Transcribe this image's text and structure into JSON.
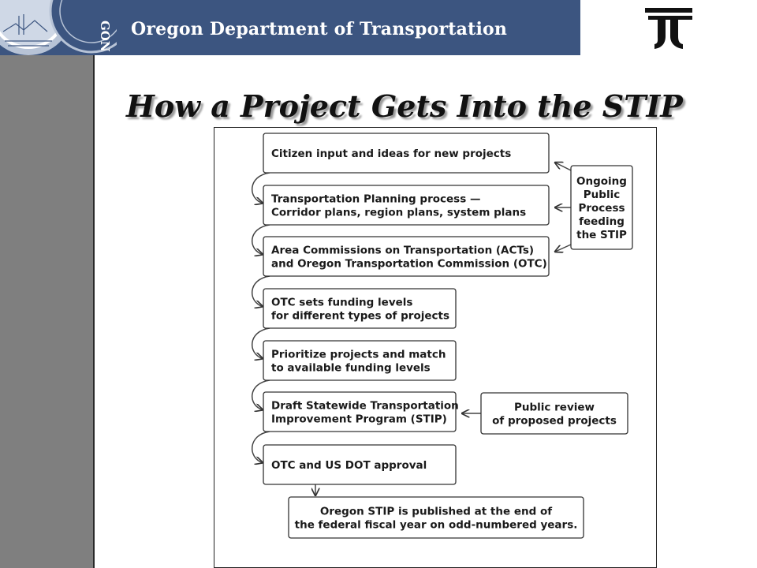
{
  "header": {
    "agency": "Oregon Department of Transportation",
    "seal_letters": "GON",
    "banner_color": "#3c5580",
    "sidebar_color": "#7f7f7f"
  },
  "slide": {
    "title": "How a Project Gets Into the STIP"
  },
  "diagram": {
    "steps": [
      {
        "id": "citizen-input",
        "lines": [
          "Citizen input and ideas for new projects"
        ]
      },
      {
        "id": "planning-process",
        "lines": [
          "Transportation Planning process —",
          "Corridor plans, region plans, system plans"
        ]
      },
      {
        "id": "area-commissions",
        "lines": [
          "Area Commissions on Transportation (ACTs)",
          "and Oregon Transportation Commission (OTC)"
        ]
      },
      {
        "id": "otc-funding",
        "lines": [
          "OTC sets funding levels",
          "for different types of projects"
        ]
      },
      {
        "id": "prioritize",
        "lines": [
          "Prioritize projects and match",
          "to available funding levels"
        ]
      },
      {
        "id": "draft-stip",
        "lines": [
          "Draft Statewide Transportation",
          "Improvement Program (STIP)"
        ]
      },
      {
        "id": "approval",
        "lines": [
          "OTC and US DOT approval"
        ]
      },
      {
        "id": "published",
        "lines": [
          "Oregon STIP is published at the end of",
          "the federal fiscal year on odd-numbered years."
        ]
      }
    ],
    "side_notes": [
      {
        "id": "ongoing-public",
        "lines": [
          "Ongoing",
          "Public",
          "Process",
          "feeding",
          "the STIP"
        ]
      },
      {
        "id": "public-review",
        "lines": [
          "Public review",
          "of proposed projects"
        ]
      }
    ]
  }
}
